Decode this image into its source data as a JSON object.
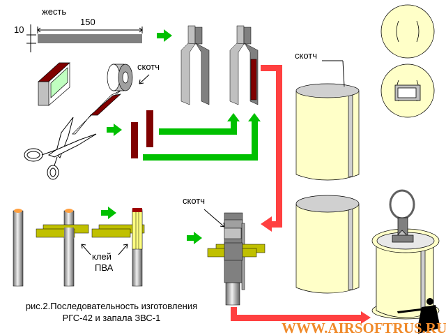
{
  "labels": {
    "tin": "жесть",
    "dim_width": "150",
    "dim_height": "10",
    "tape_1": "скотч",
    "tape_2": "скотч",
    "tape_3": "скотч",
    "glue_line1": "клей",
    "glue_line2": "ПВА"
  },
  "caption": {
    "line1": "рис.2.Последовательность изготовления",
    "line2": "РГС-42 и запала ЗВС-1"
  },
  "watermark": "WWW.AIRSOFTRUS.RU",
  "colors": {
    "arrow_green": "#00c000",
    "arrow_red": "#ff4040",
    "tape_red": "#800000",
    "body_yellow": "#ffffc8",
    "cross_olive": "#c0c000",
    "metal_gray": "#808080",
    "watermark_orange": "#f08a2a"
  }
}
